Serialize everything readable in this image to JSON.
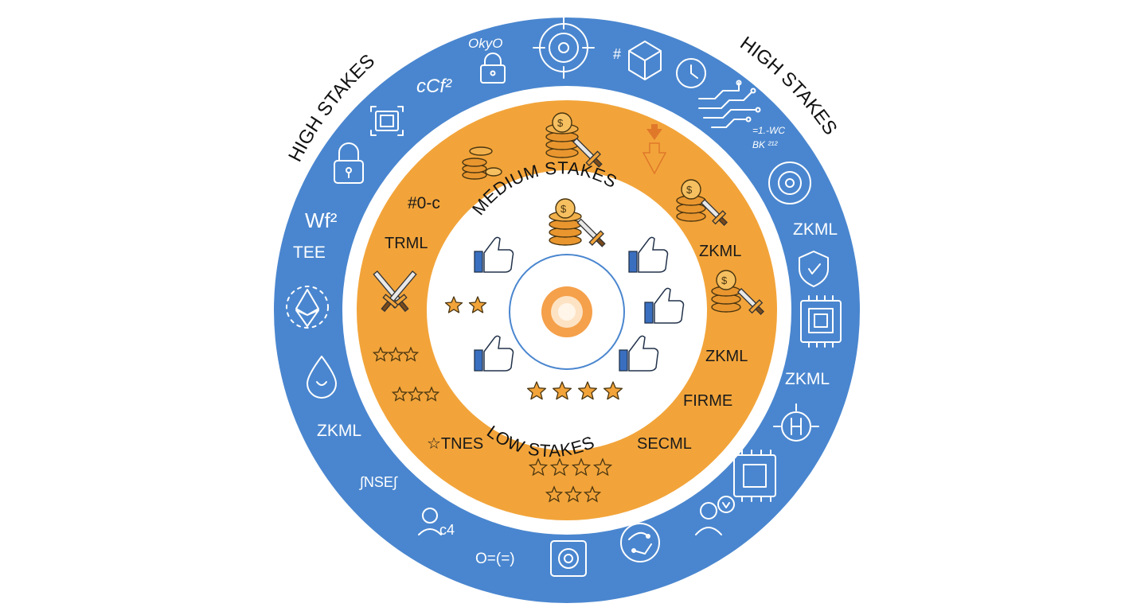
{
  "rings": {
    "outer": {
      "title": "HIGH STAKES",
      "color": "#4a86cf"
    },
    "middle": {
      "title": "MEDIUM STAKES",
      "color": "#f2a43a"
    },
    "inner": {
      "title": "LOW STAKES",
      "color": "#ffffff"
    },
    "core": {
      "color": "#f5b26b"
    }
  },
  "outer_labels": {
    "left_top_formula": "cCf²",
    "left_wf": "Wf²",
    "left_tee": "TEE",
    "left_zkml": "ZKML",
    "left_nse": "∫NSE∫",
    "left_person_code": "c4",
    "bottom_formula": "O=(=)",
    "top_formula": "OkyO",
    "right_formula_1": "=1.-WC",
    "right_formula_2": "BK ²¹²",
    "right_zkml_1": "ZKML",
    "right_zkml_2": "ZKML"
  },
  "middle_labels": {
    "code": "#0-c",
    "trml": "TRML",
    "zkml_1": "ZKML",
    "zkml_2": "ZKML",
    "firme": "FIRME",
    "secml": "SECML",
    "tnes": "☆TNES"
  },
  "icons": [
    "lock-icon",
    "chip-icon",
    "target-icon",
    "cube-icon",
    "clock-icon",
    "circuit-icon",
    "gear-icon",
    "shield-icon",
    "processor-icon",
    "brain-icon",
    "ethereum-icon",
    "drop-icon",
    "coins-icon",
    "sword-icon",
    "thumbs-up-icon",
    "star-icon",
    "arrow-down-icon"
  ]
}
